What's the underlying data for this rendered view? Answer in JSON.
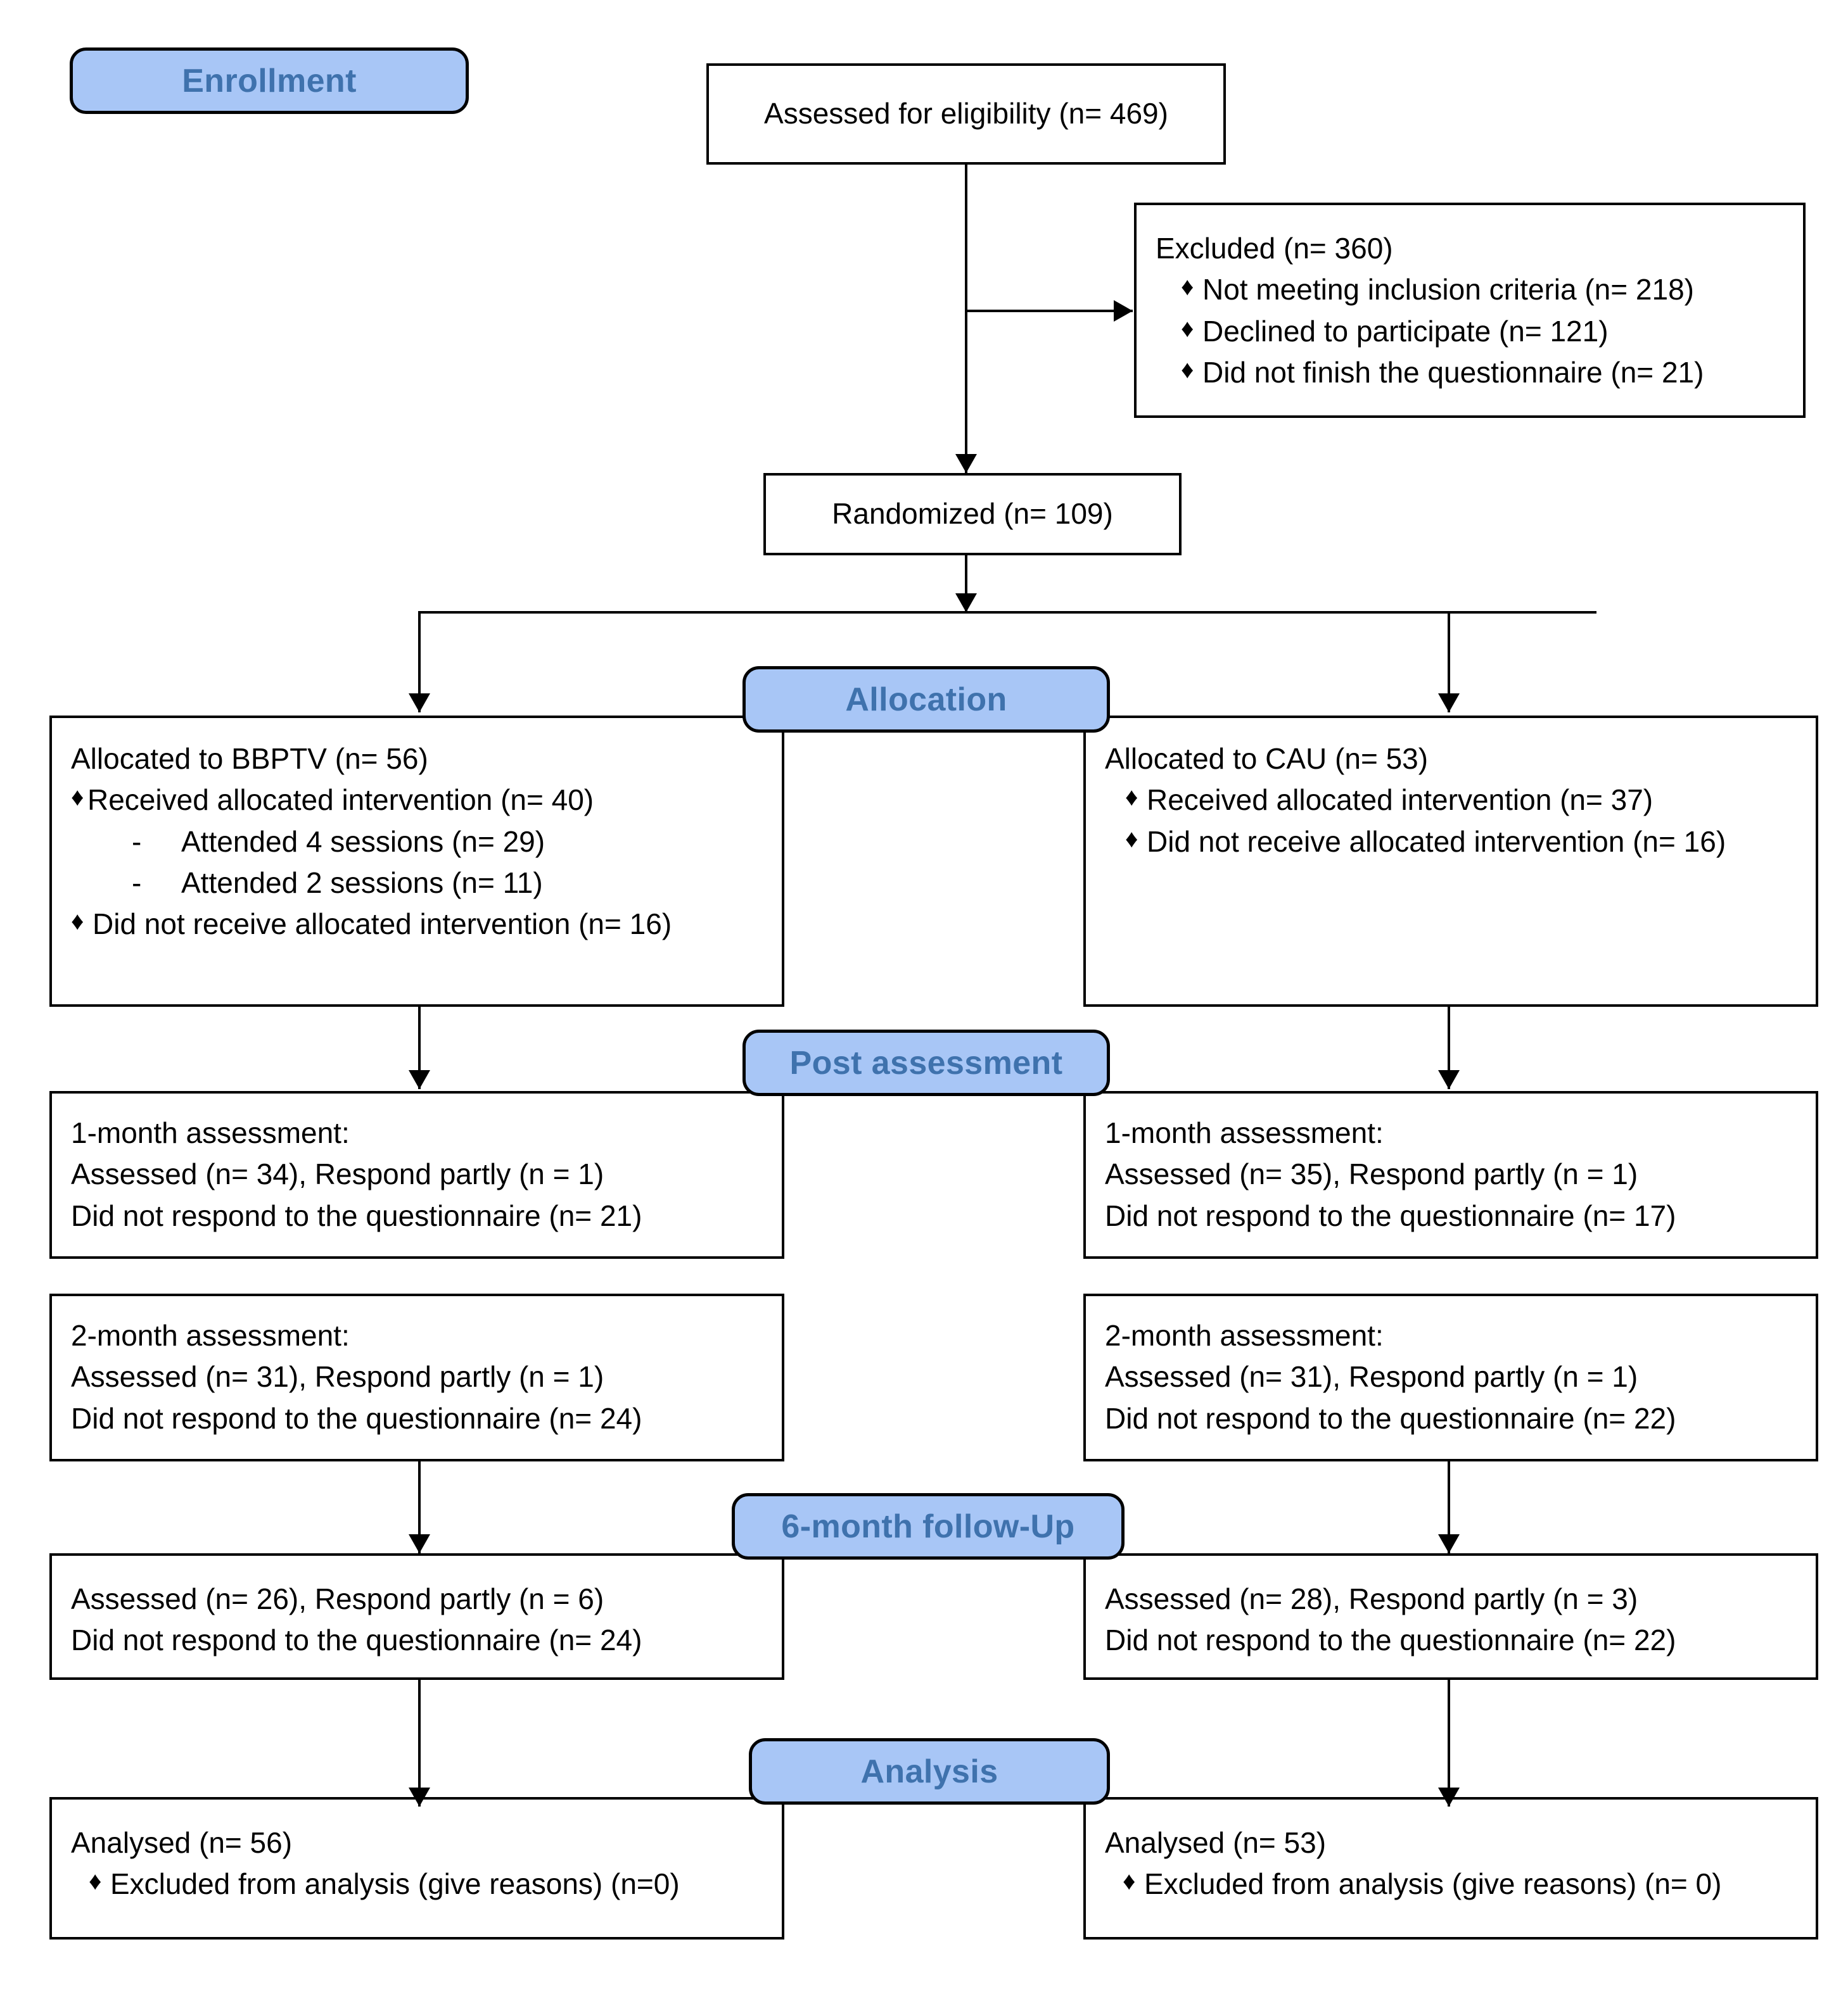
{
  "diagram": {
    "title": "CONSORT participant flow diagram",
    "accent_blue": "#a8c6f6",
    "accent_text": "#3f72ad",
    "line_color": "#000000"
  },
  "stages": {
    "enrollment": "Enrollment",
    "allocation": "Allocation",
    "post_assessment": "Post assessment",
    "followup": "6-month follow-Up",
    "analysis": "Analysis"
  },
  "enrollment": {
    "assessed": "Assessed for eligibility (n= 469)",
    "excluded_header": "Excluded (n= 360)",
    "excluded_reasons": [
      "Not meeting inclusion criteria (n= 218)",
      "Declined to participate (n= 121)",
      "Did not finish the questionnaire (n= 21)"
    ],
    "randomized": "Randomized (n= 109)",
    "bullet": "♦"
  },
  "allocation": {
    "left": {
      "header": "Allocated to BBPTV (n= 56)",
      "received": "Received allocated intervention (n= 40)",
      "sub": [
        "Attended 4 sessions (n= 29)",
        "Attended 2 sessions (n= 11)"
      ],
      "not_received": "Did not receive allocated intervention (n= 16)",
      "bullet": "♦",
      "sub_bullet": "-"
    },
    "right": {
      "header": "Allocated to CAU (n= 53)",
      "received": "Received allocated intervention (n= 37)",
      "not_received": "Did not receive allocated intervention (n= 16)",
      "bullet": "♦"
    }
  },
  "post_assessment": {
    "month1_left": {
      "title": "1-month assessment:",
      "assessed": "Assessed (n= 34), Respond partly (n = 1)",
      "no_response": "Did not respond to the questionnaire (n= 21)"
    },
    "month1_right": {
      "title": "1-month assessment:",
      "assessed": "Assessed (n= 35), Respond partly (n = 1)",
      "no_response": "Did not respond to the questionnaire (n= 17)"
    },
    "month2_left": {
      "title": "2-month assessment:",
      "assessed": "Assessed (n= 31), Respond partly (n = 1)",
      "no_response": "Did not respond to the questionnaire (n= 24)"
    },
    "month2_right": {
      "title": "2-month assessment:",
      "assessed": "Assessed (n= 31), Respond partly (n = 1)",
      "no_response": "Did not respond to the questionnaire (n= 22)"
    }
  },
  "followup": {
    "left": {
      "assessed": "Assessed (n= 26), Respond partly (n = 6)",
      "no_response": "Did not respond to the questionnaire (n= 24)"
    },
    "right": {
      "assessed": "Assessed (n= 28), Respond partly (n = 3)",
      "no_response": "Did not respond to the questionnaire (n= 22)"
    }
  },
  "analysis": {
    "left": {
      "analysed": "Analysed (n= 56)",
      "excluded": "Excluded from analysis (give reasons) (n=0)",
      "bullet": "♦"
    },
    "right": {
      "analysed": "Analysed (n= 53)",
      "excluded": "Excluded from analysis (give reasons) (n= 0)",
      "bullet": "♦"
    }
  }
}
